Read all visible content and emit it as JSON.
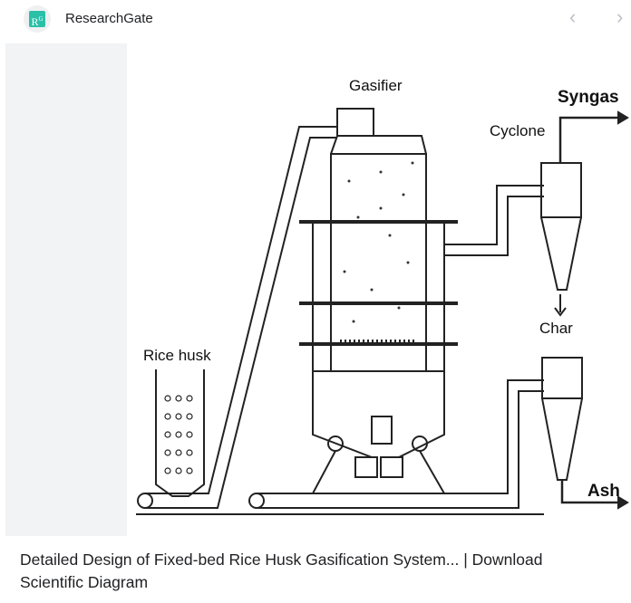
{
  "source": {
    "name": "ResearchGate",
    "logo_text": "RG"
  },
  "nav": {
    "prev": "‹",
    "next": "›"
  },
  "image": {
    "labels": {
      "gasifier": "Gasifier",
      "syngas": "Syngas",
      "cyclone": "Cyclone",
      "char": "Char",
      "rice_husk": "Rice husk",
      "ash": "Ash"
    }
  },
  "caption": "Detailed Design of Fixed-bed Rice Husk Gasification System... | Download Scientific Diagram"
}
